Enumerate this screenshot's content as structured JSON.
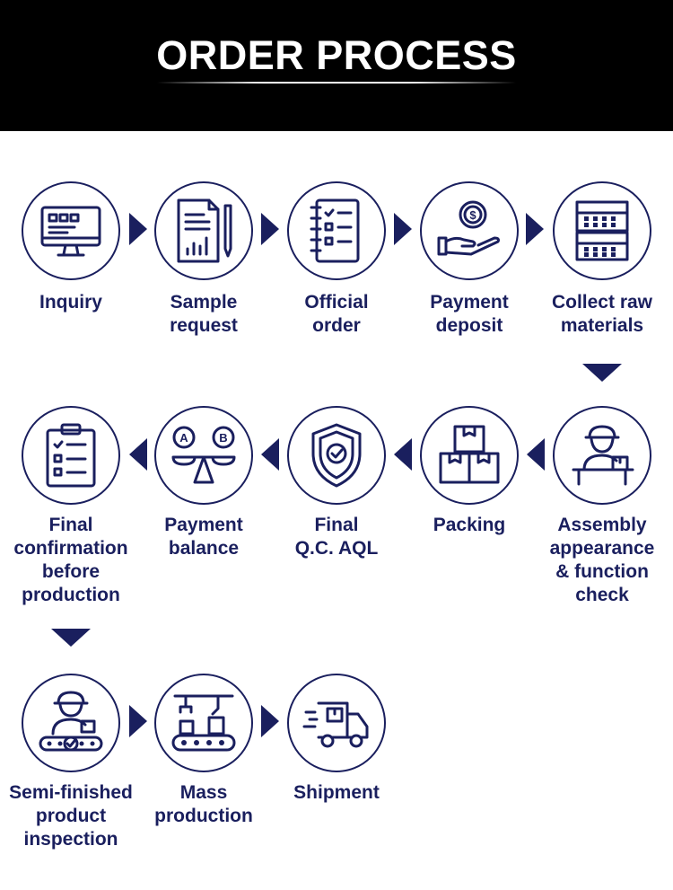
{
  "header": {
    "title": "ORDER PROCESS"
  },
  "steps": [
    {
      "label": "Inquiry",
      "icon": "computer-monitor-icon"
    },
    {
      "label": "Sample\nrequest",
      "icon": "document-chart-icon"
    },
    {
      "label": "Official\norder",
      "icon": "notebook-checklist-icon"
    },
    {
      "label": "Payment\ndeposit",
      "icon": "hand-coin-icon"
    },
    {
      "label": "Collect raw\nmaterials",
      "icon": "stacked-shelves-icon"
    },
    {
      "label": "Assembly\nappearance\n& function\ncheck",
      "icon": "worker-desk-icon"
    },
    {
      "label": "Packing",
      "icon": "stacked-boxes-icon"
    },
    {
      "label": "Final\nQ.C. AQL",
      "icon": "shield-check-icon"
    },
    {
      "label": "Payment\nbalance",
      "icon": "balance-scale-icon"
    },
    {
      "label": "Final\nconfirmation\nbefore\nproduction",
      "icon": "clipboard-checklist-icon"
    },
    {
      "label": "Semi-finished\nproduct\ninspection",
      "icon": "worker-conveyor-icon"
    },
    {
      "label": "Mass\nproduction",
      "icon": "production-line-icon"
    },
    {
      "label": "Shipment",
      "icon": "delivery-truck-icon"
    }
  ],
  "colors": {
    "primary": "#1a1f5e",
    "header_bg": "#000000"
  }
}
